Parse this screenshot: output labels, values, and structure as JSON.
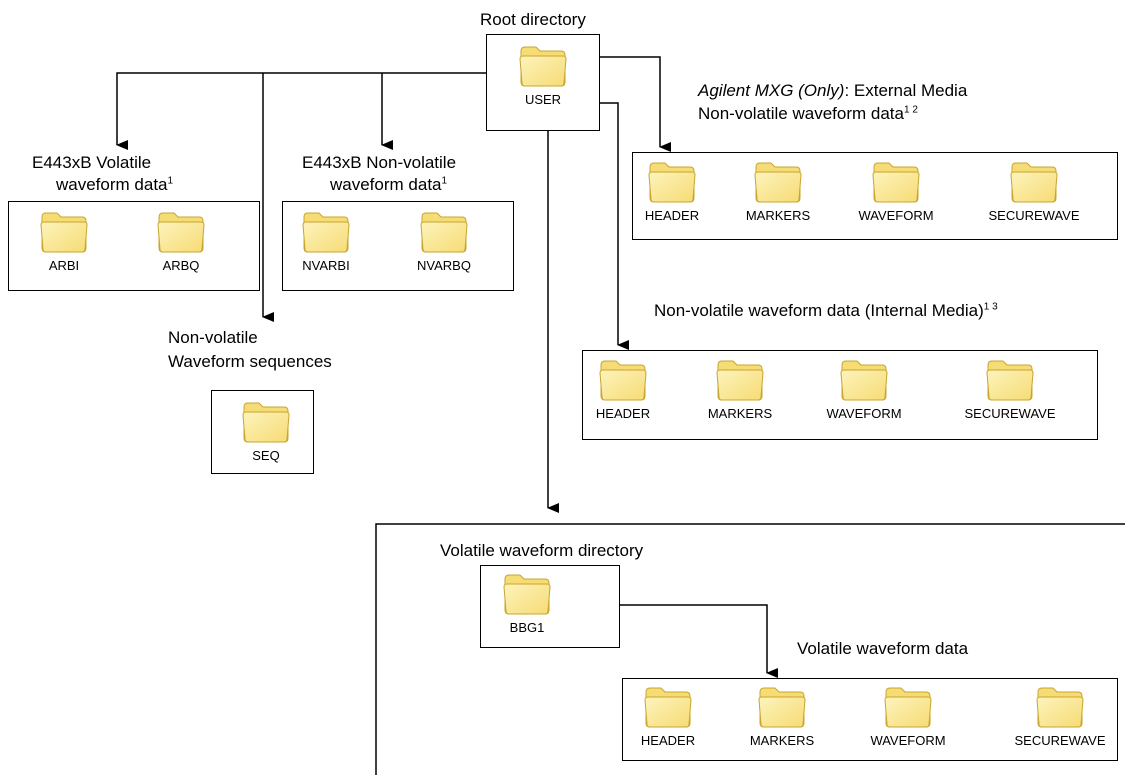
{
  "root": {
    "label": "Root directory",
    "folder": "USER"
  },
  "e443xb_volatile": {
    "line1": "E443xB Volatile",
    "line2": "waveform data",
    "sup": "1",
    "folders": [
      "ARBI",
      "ARBQ"
    ]
  },
  "e443xb_nonvolatile": {
    "line1": "E443xB Non-volatile",
    "line2": "waveform data",
    "sup": "1",
    "folders": [
      "NVARBI",
      "NVARBQ"
    ]
  },
  "sequences": {
    "line1": "Non-volatile",
    "line2": "Waveform sequences",
    "folder": "SEQ"
  },
  "external": {
    "italic": "Agilent MXG (Only)",
    "rest": ": External Media",
    "line2": "Non-volatile waveform data",
    "sup": "1 2",
    "folders": [
      "HEADER",
      "MARKERS",
      "WAVEFORM",
      "SECUREWAVE"
    ]
  },
  "internal": {
    "label": "Non-volatile waveform data (Internal Media)",
    "sup": "1 3",
    "folders": [
      "HEADER",
      "MARKERS",
      "WAVEFORM",
      "SECUREWAVE"
    ]
  },
  "volatile_dir": {
    "label": "Volatile waveform directory",
    "folder": "BBG1"
  },
  "volatile_data": {
    "label": "Volatile waveform data",
    "folders": [
      "HEADER",
      "MARKERS",
      "WAVEFORM",
      "SECUREWAVE"
    ]
  },
  "colors": {
    "folder_fill": "#f6dc74",
    "folder_light": "#fdf3bc",
    "folder_edge": "#c9a42e",
    "line": "#000000"
  }
}
